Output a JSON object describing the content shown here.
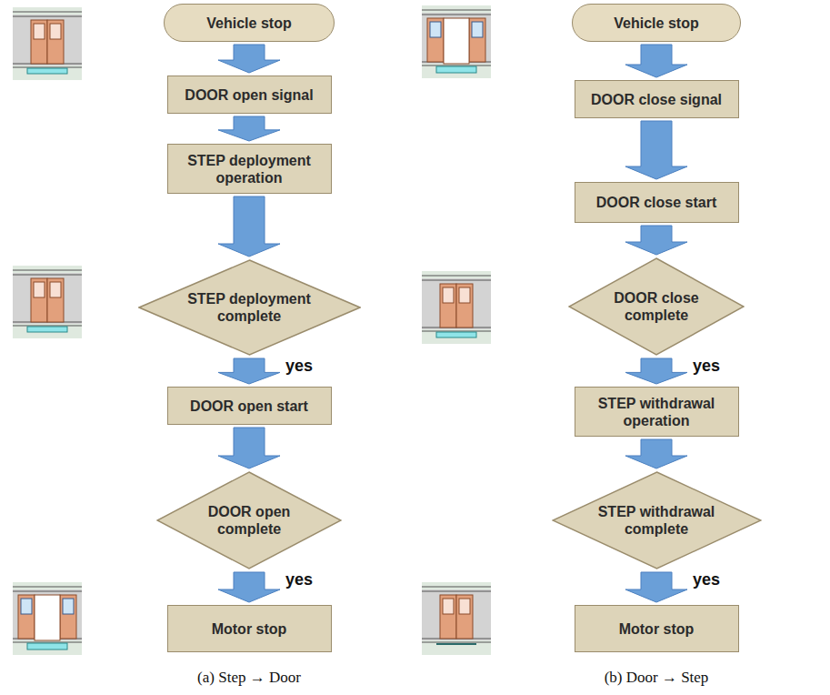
{
  "diagram": {
    "nodes": [
      {
        "text": [
          "Vehicle stop"
        ]
      },
      {
        "text": [
          "DOOR open signal"
        ]
      },
      {
        "text": [
          "STEP deployment operation"
        ]
      },
      {
        "text": [
          "STEP deployment complete"
        ]
      },
      {
        "text": [
          "DOOR open start"
        ]
      },
      {
        "text": [
          "DOOR open complete"
        ]
      },
      {
        "text": [
          "Motor stop"
        ]
      },
      {
        "text": [
          "Vehicle stop"
        ]
      },
      {
        "text": [
          "DOOR close signal"
        ]
      },
      {
        "text": [
          "DOOR close start"
        ]
      },
      {
        "text": [
          "DOOR close complete"
        ]
      },
      {
        "text": [
          "STEP withdrawal operation"
        ]
      },
      {
        "text": [
          "STEP withdrawal complete"
        ]
      },
      {
        "text": [
          "Motor stop"
        ]
      }
    ],
    "edges": [
      {
        "from": 0,
        "to": 1,
        "arrow": "to"
      },
      {
        "from": 1,
        "to": 2,
        "arrow": "to"
      },
      {
        "from": 2,
        "to": 3,
        "arrow": "to"
      },
      {
        "from": 3,
        "to": 4,
        "label": "yes",
        "arrow": "to"
      },
      {
        "from": 4,
        "to": 5,
        "arrow": "to"
      },
      {
        "from": 5,
        "to": 6,
        "label": "yes",
        "arrow": "to"
      },
      {
        "from": 7,
        "to": 8,
        "arrow": "to"
      },
      {
        "from": 8,
        "to": 9,
        "arrow": "to"
      },
      {
        "from": 9,
        "to": 10,
        "arrow": "to"
      },
      {
        "from": 10,
        "to": 11,
        "label": "yes",
        "arrow": "to"
      },
      {
        "from": 11,
        "to": 12,
        "arrow": "to"
      },
      {
        "from": 12,
        "to": 13,
        "label": "yes",
        "arrow": "to"
      }
    ],
    "labels": [
      "(a) Step → Door",
      "(b) Door → Step"
    ]
  }
}
